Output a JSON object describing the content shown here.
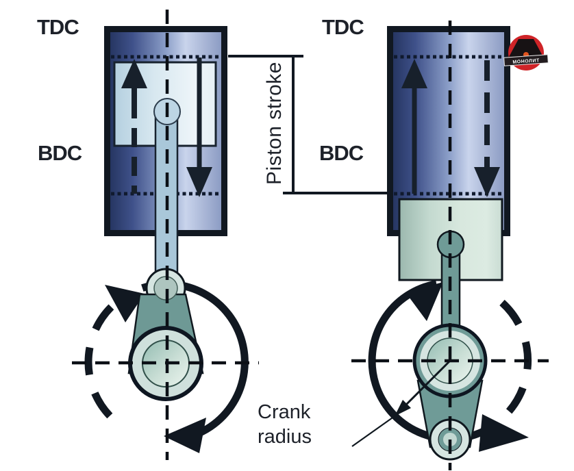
{
  "title": "Piston stroke and crank radius engine diagram",
  "labels": {
    "left_tdc": "TDC",
    "left_bdc": "BDC",
    "right_tdc": "TDC",
    "right_bdc": "BDC",
    "piston_stroke": "Piston stroke",
    "crank_radius": "Crank radius"
  },
  "logo": {
    "icon": "monolith-m-logo",
    "banner_text": "МОНОЛИТ",
    "circle_color": "#cf2428"
  },
  "colors": {
    "outline_black": "#111821",
    "cylinder_dark_blue": "#263662",
    "cylinder_light_blue": "#c9d4ec",
    "piston_blue": "#d8e8f0",
    "piston_green": "#cfe2d8",
    "rod_light_blue": "#a9c7d9",
    "crank_teal": "#6f9b97",
    "bearing_ring": "#d6e5e1",
    "logo_red": "#cf2428"
  }
}
